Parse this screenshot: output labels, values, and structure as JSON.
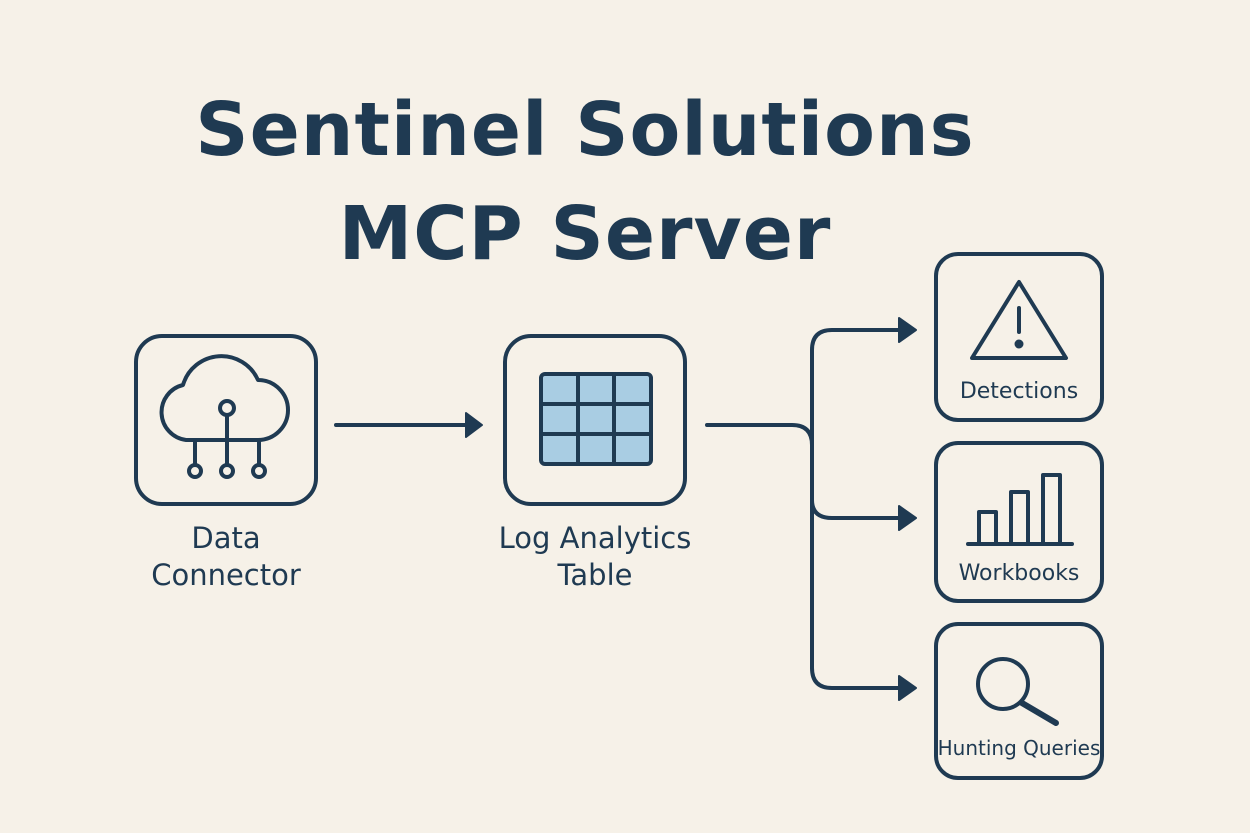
{
  "title": {
    "line1": "Sentinel Solutions",
    "line2": "MCP Server"
  },
  "nodes": {
    "data_connector": {
      "label_line1": "Data",
      "label_line2": "Connector",
      "icon": "cloud-network-icon"
    },
    "log_analytics": {
      "label_line1": "Log Analytics",
      "label_line2": "Table",
      "icon": "table-grid-icon"
    }
  },
  "outputs": [
    {
      "label": "Detections",
      "icon": "warning-triangle-icon"
    },
    {
      "label": "Workbooks",
      "icon": "bar-chart-icon"
    },
    {
      "label": "Hunting Queries",
      "icon": "magnifier-icon"
    }
  ],
  "colors": {
    "stroke": "#1f3a52",
    "background": "#f6f1e8",
    "table_fill": "#a9cde3"
  }
}
